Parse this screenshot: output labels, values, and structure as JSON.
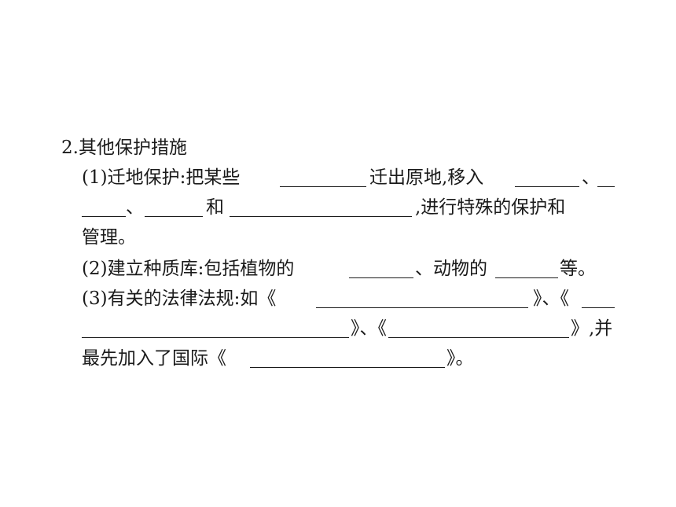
{
  "title": "2.其他保护措施",
  "item1": {
    "t1": "(1)迁地保护:把某些",
    "t2": "迁出原地,移入",
    "t3": "、",
    "t4": "、",
    "t5": "和",
    "t6": ",进行特殊的保护和",
    "t7": "管理。"
  },
  "item2": {
    "t1": "(2)建立种质库:包括植物的",
    "t2": "、动物的",
    "t3": "等。"
  },
  "item3": {
    "t1": "(3)有关的法律法规:如《",
    "t2": "》、《",
    "t3": "》、《",
    "t4": "》,并",
    "t5": "最先加入了国际《",
    "t6": "》。"
  }
}
